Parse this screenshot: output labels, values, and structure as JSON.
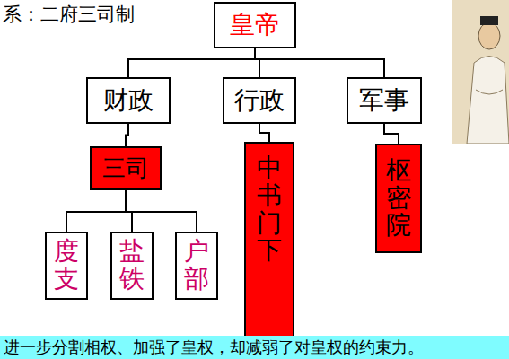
{
  "diagram": {
    "title": "系：二府三司制",
    "caption": "进一步分割相权、加强了皇权，却减弱了对皇权的约束力。",
    "nodes": [
      {
        "text": [
          "皇帝"
        ]
      },
      {
        "text": [
          "财政"
        ]
      },
      {
        "text": [
          "行政"
        ]
      },
      {
        "text": [
          "军事"
        ]
      },
      {
        "text": [
          "三司"
        ]
      },
      {
        "text": [
          "中书门下"
        ]
      },
      {
        "text": [
          "枢密院"
        ]
      },
      {
        "text": [
          "度支"
        ]
      },
      {
        "text": [
          "盐铁"
        ]
      },
      {
        "text": [
          "户部"
        ]
      }
    ],
    "edges": [
      {
        "from": 0,
        "to": 1,
        "arrow": "none"
      },
      {
        "from": 0,
        "to": 2,
        "arrow": "none"
      },
      {
        "from": 0,
        "to": 3,
        "arrow": "none"
      },
      {
        "from": 1,
        "to": 4,
        "arrow": "none"
      },
      {
        "from": 2,
        "to": 5,
        "arrow": "none"
      },
      {
        "from": 3,
        "to": 6,
        "arrow": "none"
      },
      {
        "from": 4,
        "to": 7,
        "arrow": "none"
      },
      {
        "from": 4,
        "to": 8,
        "arrow": "none"
      },
      {
        "from": 4,
        "to": 9,
        "arrow": "none"
      }
    ]
  }
}
